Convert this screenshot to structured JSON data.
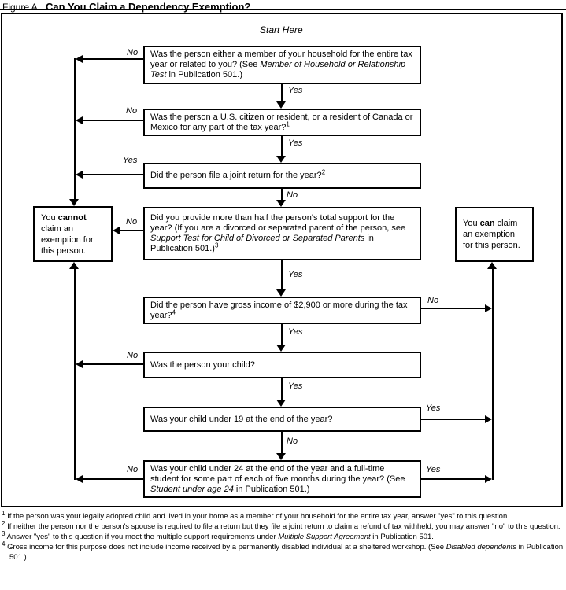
{
  "title": {
    "figure_label": "Figure A.",
    "heading": "Can You Claim a Dependency Exemption?"
  },
  "flowchart": {
    "start_label": "Start Here",
    "answers": {
      "yes": "Yes",
      "no": "No"
    },
    "questions": {
      "household": {
        "segments": [
          {
            "t": "Was the person either a member of your household for the entire tax year or related to you? (See "
          },
          {
            "t": "Member of Household or Relationship Test",
            "i": true
          },
          {
            "t": " in Publication 501.)"
          }
        ]
      },
      "citizen_resident": {
        "segments": [
          {
            "t": "Was the person a U.S. citizen or resident, or a resident of Canada or Mexico for any part of the tax year?"
          },
          {
            "t": "1",
            "sup": true
          }
        ]
      },
      "joint_return": {
        "segments": [
          {
            "t": "Did the person file a joint return for the year?"
          },
          {
            "t": "2",
            "sup": true
          }
        ]
      },
      "support": {
        "segments": [
          {
            "t": "Did you provide more than half the person's total support for the year? (If you are a divorced or separated parent of the person, see "
          },
          {
            "t": "Support Test for Child of Divorced or Separated Parents",
            "i": true
          },
          {
            "t": " in Publication 501.)"
          },
          {
            "t": "3",
            "sup": true
          }
        ]
      },
      "gross_income": {
        "segments": [
          {
            "t": "Did the person have gross income of $2,900 or more during the tax year?"
          },
          {
            "t": "4",
            "sup": true
          }
        ]
      },
      "your_child": {
        "segments": [
          {
            "t": "Was the person your child?"
          }
        ]
      },
      "under_19": {
        "segments": [
          {
            "t": "Was your child under 19 at the end of the year?"
          }
        ]
      },
      "under_24": {
        "segments": [
          {
            "t": "Was your child under 24 at the end of the year and a full-time student for some part of each of five months during the year? (See "
          },
          {
            "t": "Student under age 24",
            "i": true
          },
          {
            "t": " in Publication 501.)"
          }
        ]
      }
    },
    "outcomes": {
      "cannot_claim": {
        "segments": [
          {
            "t": "You "
          },
          {
            "t": "cannot",
            "b": true
          },
          {
            "t": " claim an exemption for this person."
          }
        ]
      },
      "can_claim": {
        "segments": [
          {
            "t": "You "
          },
          {
            "t": "can",
            "b": true
          },
          {
            "t": " claim an exemption for this person."
          }
        ]
      }
    }
  },
  "footnotes": [
    {
      "segments": [
        {
          "t": "1",
          "sup": true
        },
        {
          "t": " If the person was your legally adopted child and lived in your home as a member of your household for the entire tax year, answer \"yes\" to this question."
        }
      ]
    },
    {
      "segments": [
        {
          "t": "2",
          "sup": true
        },
        {
          "t": " If neither the person nor the person's spouse is required to file a return but they file a joint return to claim a refund of tax withheld, you may answer \"no\" to this question."
        }
      ]
    },
    {
      "segments": [
        {
          "t": "3",
          "sup": true
        },
        {
          "t": " Answer \"yes\" to this question if you meet the multiple support requirements under "
        },
        {
          "t": "Multiple Support Agreement",
          "i": true
        },
        {
          "t": " in Publication 501."
        }
      ]
    },
    {
      "segments": [
        {
          "t": "4",
          "sup": true
        },
        {
          "t": " Gross income for this purpose does not include income received by a permanently disabled individual at a sheltered workshop. (See "
        },
        {
          "t": "Disabled dependents",
          "i": true
        },
        {
          "t": " in Publication 501.)"
        }
      ]
    }
  ]
}
